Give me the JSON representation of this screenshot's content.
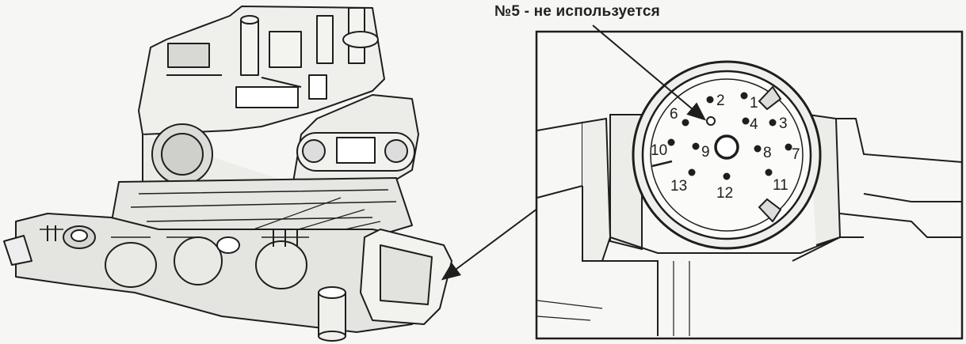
{
  "callout": {
    "caption": "№5 - не используется"
  },
  "connector": {
    "pins": [
      {
        "number": "1",
        "used": true
      },
      {
        "number": "2",
        "used": true
      },
      {
        "number": "3",
        "used": true
      },
      {
        "number": "4",
        "used": true
      },
      {
        "number": "5",
        "used": false
      },
      {
        "number": "6",
        "used": true
      },
      {
        "number": "7",
        "used": true
      },
      {
        "number": "8",
        "used": true
      },
      {
        "number": "9",
        "used": true
      },
      {
        "number": "10",
        "used": true
      },
      {
        "number": "11",
        "used": true
      },
      {
        "number": "12",
        "used": true
      },
      {
        "number": "13",
        "used": true
      }
    ]
  },
  "colors": {
    "ink": "#1e1e1e",
    "paper": "#f6f6f4",
    "shade": "#b9b9b5"
  }
}
